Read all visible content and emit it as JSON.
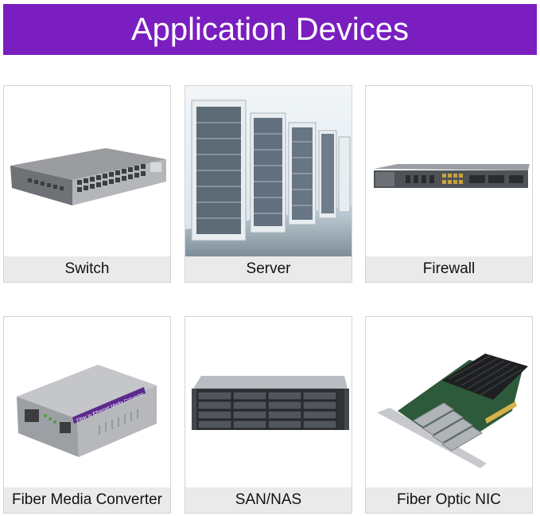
{
  "banner": {
    "title": "Application Devices",
    "color": "#7a1ec0"
  },
  "devices": [
    {
      "label": "Switch",
      "icon": "network-switch-icon"
    },
    {
      "label": "Server",
      "icon": "server-room-icon"
    },
    {
      "label": "Firewall",
      "icon": "firewall-appliance-icon"
    },
    {
      "label": "Fiber Media Converter",
      "icon": "media-converter-icon",
      "printed_text": "Fiber to Ethernet Media Converter"
    },
    {
      "label": "SAN/NAS",
      "icon": "storage-array-icon"
    },
    {
      "label": "Fiber Optic NIC",
      "icon": "network-card-icon"
    }
  ]
}
